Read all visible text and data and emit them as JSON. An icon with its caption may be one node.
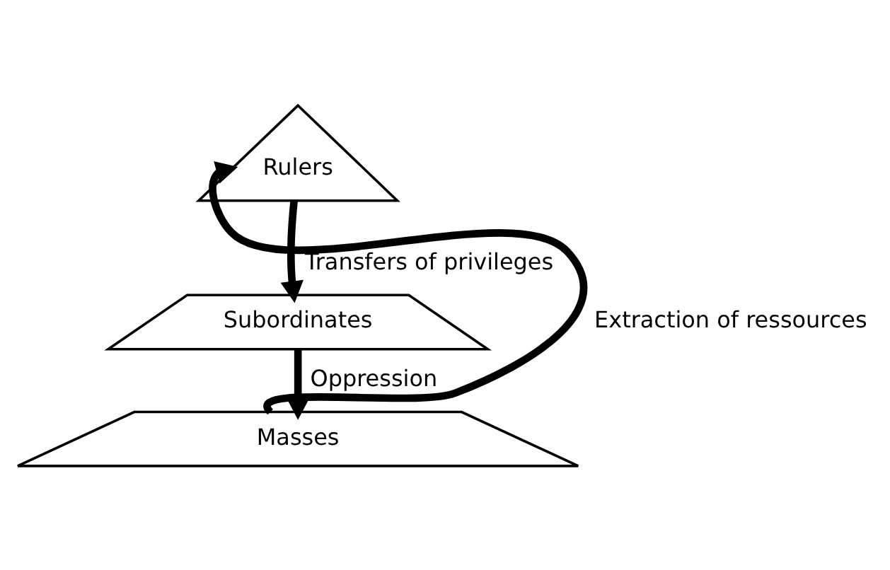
{
  "diagram": {
    "nodes": [
      {
        "text": [
          "Rulers"
        ]
      },
      {
        "text": [
          "Subordinates"
        ]
      },
      {
        "text": [
          "Masses"
        ]
      }
    ],
    "edges": [
      {
        "from": 0,
        "to": 1,
        "arrow": "to",
        "label": "Transfers of privileges"
      },
      {
        "from": 1,
        "to": 2,
        "arrow": "to",
        "label": "Oppression"
      },
      {
        "from": 2,
        "to": 0,
        "arrow": "to",
        "label": "Extraction of ressources"
      }
    ]
  }
}
